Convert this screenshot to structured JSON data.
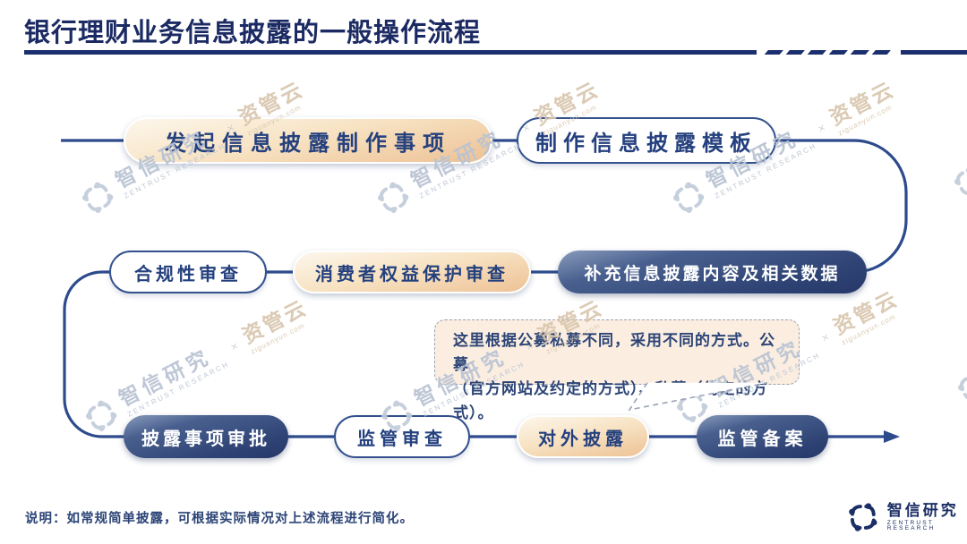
{
  "title": "银行理财业务信息披露的一般操作流程",
  "flow": {
    "nodes": [
      {
        "label": "发起信息披露制作事项",
        "variant": "tan"
      },
      {
        "label": "制作信息披露模板",
        "variant": "white"
      },
      {
        "label": "补充信息披露内容及相关数据",
        "variant": "navy"
      },
      {
        "label": "消费者权益保护审查",
        "variant": "tan"
      },
      {
        "label": "合规性审查",
        "variant": "white"
      },
      {
        "label": "披露事项审批",
        "variant": "navy"
      },
      {
        "label": "监管审查",
        "variant": "white"
      },
      {
        "label": "对外披露",
        "variant": "tan"
      },
      {
        "label": "监管备案",
        "variant": "navy"
      }
    ]
  },
  "callout": {
    "line1": "这里根据公募私募不同，采用不同的方式。公募",
    "line2": "（官方网站及约定的方式）、私募（约定的方式）。"
  },
  "note": "说明：如常规简单披露，可根据实际情况对上述流程进行简化。",
  "watermark": {
    "brand": "智信研究",
    "brand_sub": "ZENTRUST RESEARCH",
    "sep": "×",
    "product": "资管云",
    "product_sub": "ziguanyun.com"
  },
  "brandmark": {
    "name": "智信研究",
    "sub": "ZENTRUST RESEARCH"
  },
  "colors": {
    "navy": "#1c2e66",
    "line": "#2d4b8c",
    "tan_dark": "#ecc194",
    "callout_bg": "#fbeee1"
  }
}
